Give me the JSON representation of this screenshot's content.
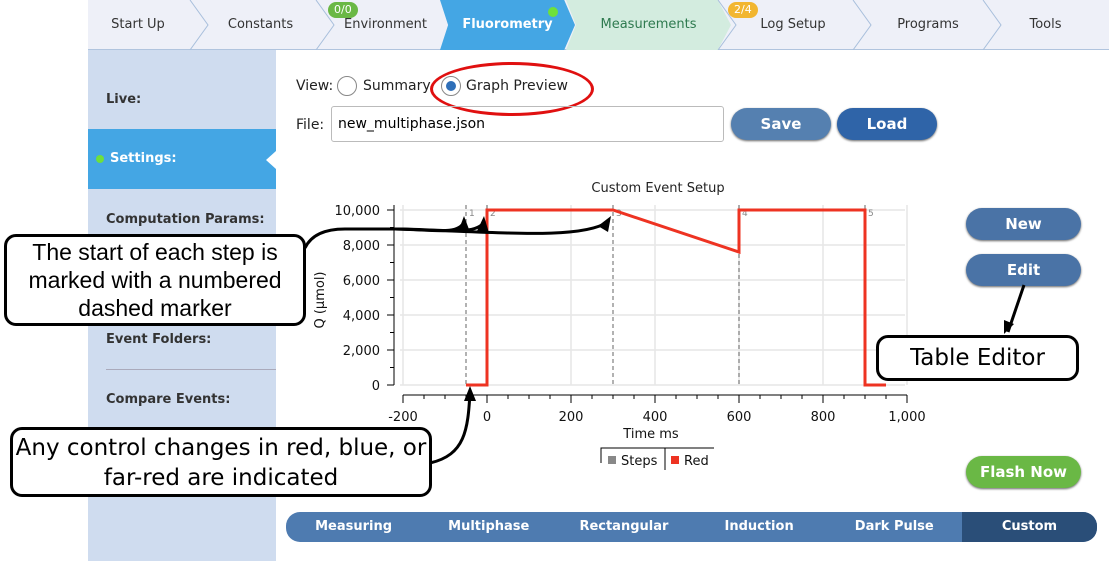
{
  "topnav": {
    "tabs": [
      {
        "label": "Start Up"
      },
      {
        "label": "Constants"
      },
      {
        "label": "Environment",
        "badge": "0/0"
      },
      {
        "label": "Fluorometry"
      },
      {
        "label": "Measurements"
      },
      {
        "label": "Log Setup",
        "badge": "2/4"
      },
      {
        "label": "Programs"
      },
      {
        "label": "Tools"
      }
    ]
  },
  "sidebar": {
    "items": [
      {
        "label": "Live:"
      },
      {
        "label": "Settings:"
      },
      {
        "label": "Computation Params:"
      },
      {
        "label": "Event Folders:"
      },
      {
        "label": "Compare Events:"
      }
    ]
  },
  "view": {
    "label": "View:",
    "options": [
      "Summary",
      "Graph Preview"
    ],
    "selected": "Graph Preview"
  },
  "file": {
    "label": "File:",
    "value": "new_multiphase.json",
    "save": "Save",
    "load": "Load"
  },
  "side_buttons": {
    "new": "New",
    "edit": "Edit",
    "flash": "Flash Now"
  },
  "bottom_tabs": [
    "Measuring",
    "Multiphase",
    "Rectangular",
    "Induction",
    "Dark Pulse",
    "Custom"
  ],
  "active_bottom": "Custom",
  "chart_data": {
    "type": "line",
    "title": "Custom Event Setup",
    "xlabel": "Time ms",
    "ylabel": "Q (µmol)",
    "xlim": [
      -200,
      1000
    ],
    "ylim": [
      0,
      10000
    ],
    "xticks": [
      -200,
      0,
      200,
      400,
      600,
      800,
      1000
    ],
    "xtick_labels": [
      "-200",
      "0",
      "200",
      "400",
      "600",
      "800",
      "1,000"
    ],
    "yticks": [
      0,
      2000,
      4000,
      6000,
      8000,
      10000
    ],
    "ytick_labels": [
      "0",
      "2,000",
      "4,000",
      "6,000",
      "8,000",
      "10,000"
    ],
    "steps": [
      {
        "label": "1",
        "x": -50
      },
      {
        "label": "2",
        "x": 0
      },
      {
        "label": "3",
        "x": 300
      },
      {
        "label": "4",
        "x": 600
      },
      {
        "label": "5",
        "x": 900
      }
    ],
    "series": [
      {
        "name": "Red",
        "color": "#ee3322",
        "points": [
          [
            -50,
            0
          ],
          [
            0,
            0
          ],
          [
            0,
            10000
          ],
          [
            300,
            10000
          ],
          [
            600,
            7600
          ],
          [
            600,
            10000
          ],
          [
            900,
            10000
          ],
          [
            900,
            0
          ],
          [
            950,
            0
          ]
        ]
      }
    ],
    "legend": [
      {
        "name": "Steps",
        "color": "#888888"
      },
      {
        "name": "Red",
        "color": "#ee3322"
      }
    ],
    "legend_position": "bottom"
  },
  "callouts": {
    "steps": "The start of each step is marked with a numbered dashed marker",
    "controls": "Any control changes in red, blue, or far-red are indicated",
    "table": "Table Editor"
  }
}
